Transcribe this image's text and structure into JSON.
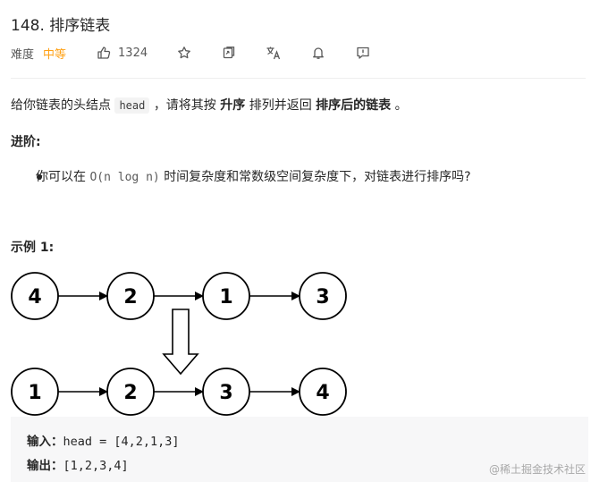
{
  "problem": {
    "title": "148. 排序链表",
    "difficulty_label": "难度",
    "difficulty": "中等",
    "likes": "1324"
  },
  "toolbar_icons": [
    "thumbs-up-icon",
    "star-icon",
    "share-icon",
    "translate-icon",
    "bell-icon",
    "feedback-icon"
  ],
  "description": {
    "p1_a": "给你链表的头结点",
    "p1_code": "head",
    "p1_b": "，请将其按",
    "p1_bold1": "升序",
    "p1_c": "排列并返回",
    "p1_bold2": "排序后的链表",
    "p1_d": "。"
  },
  "advanced": {
    "title": "进阶:",
    "bullet_a": "你可以在",
    "bullet_code": "O(n log n)",
    "bullet_b": "时间复杂度和常数级空间复杂度下，对链表进行排序吗?"
  },
  "example": {
    "title": "示例 1:",
    "before": [
      "4",
      "2",
      "1",
      "3"
    ],
    "after": [
      "1",
      "2",
      "3",
      "4"
    ],
    "input_label": "输入：",
    "input_value": "head = [4,2,1,3]",
    "output_label": "输出：",
    "output_value": "[1,2,3,4]"
  },
  "watermark": "@稀土掘金技术社区",
  "colors": {
    "accent_difficulty": "#ffa116",
    "text": "#262626",
    "code_bg": "#f7f7f8"
  }
}
